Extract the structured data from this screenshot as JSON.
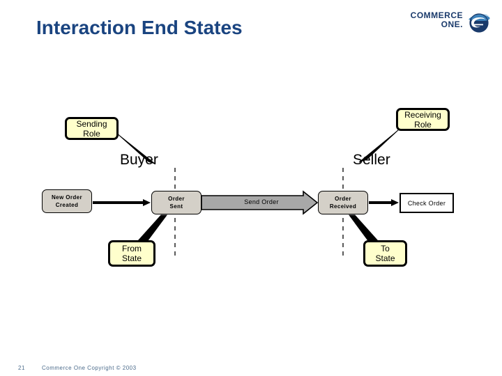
{
  "slide": {
    "title": "Interaction End States",
    "page_number": "21",
    "copyright": "Commerce One Copyright © 2003"
  },
  "brand": {
    "name_line1": "COMMERCE",
    "name_line2": "ONE.",
    "logo_icon": "commerce-one-globe-swoosh-icon",
    "color": "#1a3a6b",
    "title_color": "#1a4480"
  },
  "diagram": {
    "type": "sequence-state-diagram",
    "roles": [
      {
        "id": "buyer",
        "label": "Buyer"
      },
      {
        "id": "seller",
        "label": "Seller"
      }
    ],
    "states": [
      {
        "id": "new-order-created",
        "label_line1": "New Order",
        "label_line2": "Created",
        "fill": "#d4d0c8"
      },
      {
        "id": "order-sent",
        "label_line1": "Order",
        "label_line2": "Sent",
        "fill": "#d4d0c8"
      },
      {
        "id": "order-received",
        "label_line1": "Order",
        "label_line2": "Received",
        "fill": "#d4d0c8"
      }
    ],
    "activities": [
      {
        "id": "check-order",
        "label": "Check Order",
        "fill": "#ffffff"
      }
    ],
    "messages": [
      {
        "id": "send-order",
        "label": "Send Order",
        "from": "order-sent",
        "to": "order-received",
        "fill": "#a8a8a8"
      }
    ],
    "callouts": [
      {
        "id": "sending-role",
        "line1": "Sending",
        "line2": "Role",
        "points_to": "buyer",
        "fill": "#ffffcc"
      },
      {
        "id": "receiving-role",
        "line1": "Receiving",
        "line2": "Role",
        "points_to": "seller",
        "fill": "#ffffcc"
      },
      {
        "id": "from-state",
        "line1": "From",
        "line2": "State",
        "points_to": "order-sent",
        "fill": "#ffffcc"
      },
      {
        "id": "to-state",
        "line1": "To",
        "line2": "State",
        "points_to": "order-received",
        "fill": "#ffffcc"
      }
    ]
  }
}
